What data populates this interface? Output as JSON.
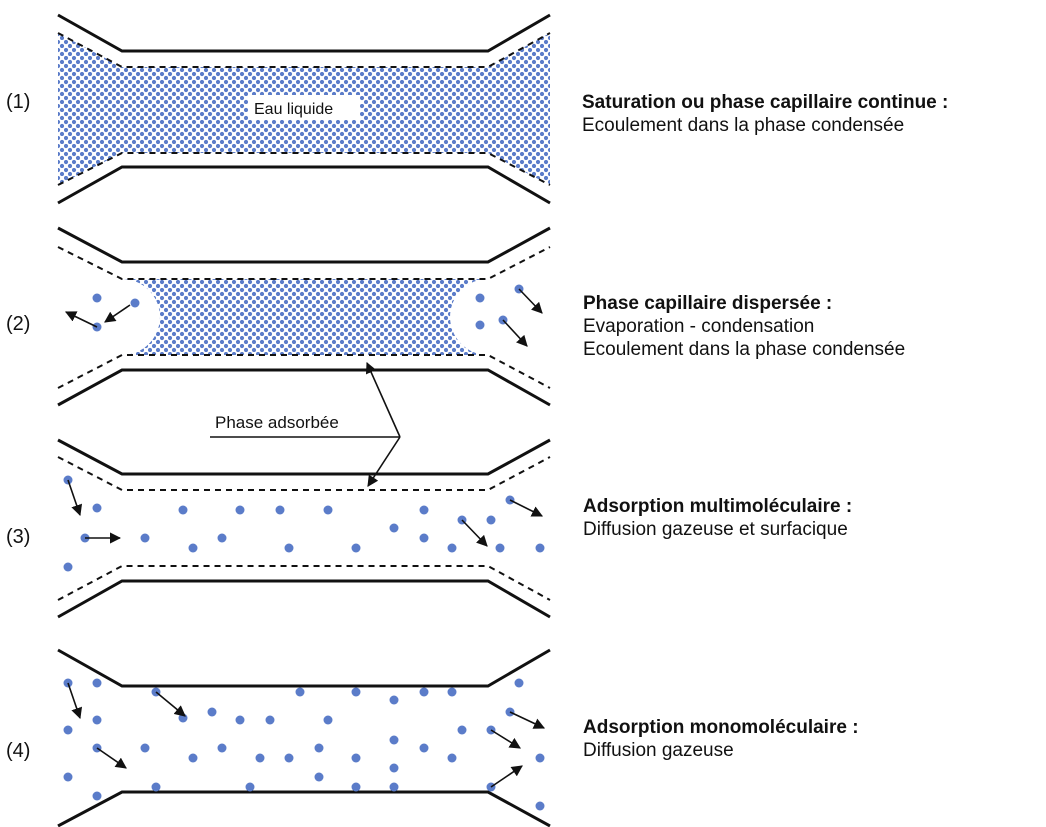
{
  "stages": [
    {
      "number": "(1)",
      "title": "Saturation ou phase capillaire continue :",
      "lines": [
        "Ecoulement dans la phase condensée"
      ]
    },
    {
      "number": "(2)",
      "title": "Phase capillaire dispersée :",
      "lines": [
        "Evaporation - condensation",
        "Ecoulement dans la phase condensée"
      ]
    },
    {
      "number": "(3)",
      "title": "Adsorption multimoléculaire :",
      "lines": [
        "Diffusion gazeuse et surfacique"
      ]
    },
    {
      "number": "(4)",
      "title": "Adsorption monomoléculaire :",
      "lines": [
        "Diffusion gazeuse"
      ]
    }
  ],
  "labels": {
    "water": "Eau liquide",
    "adsorbed_phase": "Phase adsorbée"
  },
  "colors": {
    "molecule": "#5b7cc9",
    "water_pattern_bg": "#ffffff",
    "wall": "#111111"
  }
}
